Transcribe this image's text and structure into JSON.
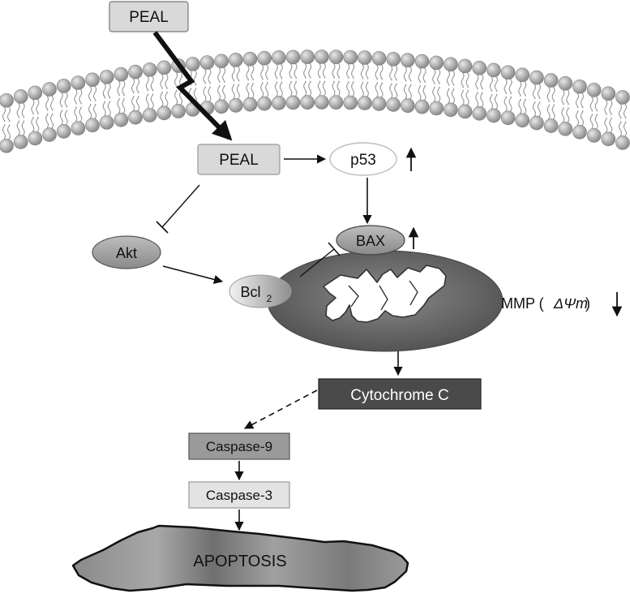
{
  "nodes": {
    "peal_outside": "PEAL",
    "peal_inside": "PEAL",
    "p53": "p53",
    "akt": "Akt",
    "bcl2_base": "Bcl",
    "bcl2_sub": "2",
    "bax": "BAX",
    "mmp_prefix": "MMP (",
    "mmp_symbol": "ΔΨm",
    "mmp_suffix": ")",
    "cytochrome": "Cytochrome C",
    "caspase9": "Caspase-9",
    "caspase3": "Caspase-3",
    "apoptosis": "APOPTOSIS"
  },
  "colors": {
    "box_light": "#d9d9d9",
    "box_mid": "#9a9a9a",
    "box_dark": "#4a4a4a",
    "lipid_head": "#a6a6a6",
    "mito_outer": "#6e6e6e",
    "cell": "#8f8f8f"
  }
}
